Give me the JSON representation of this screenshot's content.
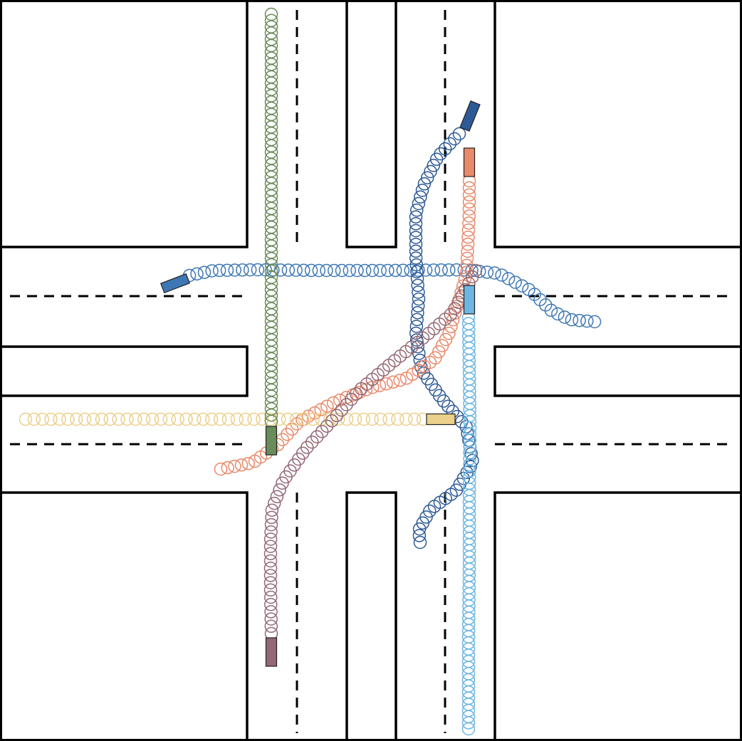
{
  "scene": {
    "type": "intersection-trajectory-diagram",
    "background": "#ffffff",
    "road_line_color": "#000000"
  },
  "agents": [
    {
      "id": "steel-blue-left",
      "color": "#3e78b4",
      "label": ""
    },
    {
      "id": "navy-top",
      "color": "#2d5a96",
      "label": ""
    },
    {
      "id": "salmon-top",
      "color": "#e8896a",
      "label": ""
    },
    {
      "id": "sky-blue",
      "color": "#6db6e2",
      "label": ""
    },
    {
      "id": "yellow",
      "color": "#ead08a",
      "label": ""
    },
    {
      "id": "olive-green",
      "color": "#6a8c5a",
      "label": ""
    },
    {
      "id": "mauve",
      "color": "#946874",
      "label": ""
    }
  ]
}
